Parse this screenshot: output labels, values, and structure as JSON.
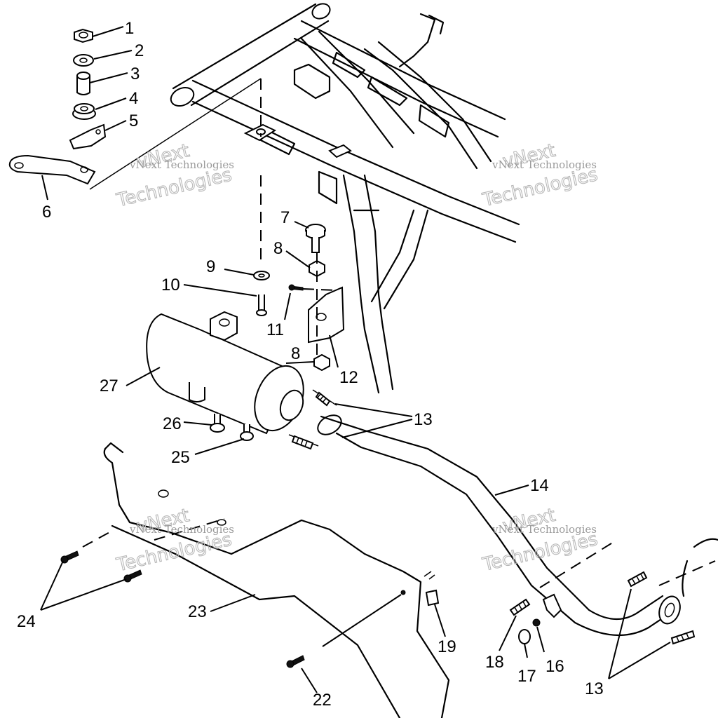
{
  "callouts": {
    "c1": "1",
    "c2": "2",
    "c3": "3",
    "c4": "4",
    "c5": "5",
    "c6": "6",
    "c7": "7",
    "c8a": "8",
    "c8b": "8",
    "c9": "9",
    "c10": "10",
    "c11": "11",
    "c12": "12",
    "c13a": "13",
    "c13b": "13",
    "c14": "14",
    "c16": "16",
    "c17": "17",
    "c18": "18",
    "c19": "19",
    "c22": "22",
    "c23": "23",
    "c24": "24",
    "c25": "25",
    "c26": "26",
    "c27": "27"
  },
  "watermark": {
    "brand_top": "vNext",
    "brand_bottom": "Technologies",
    "line": "vNext Technologies"
  }
}
